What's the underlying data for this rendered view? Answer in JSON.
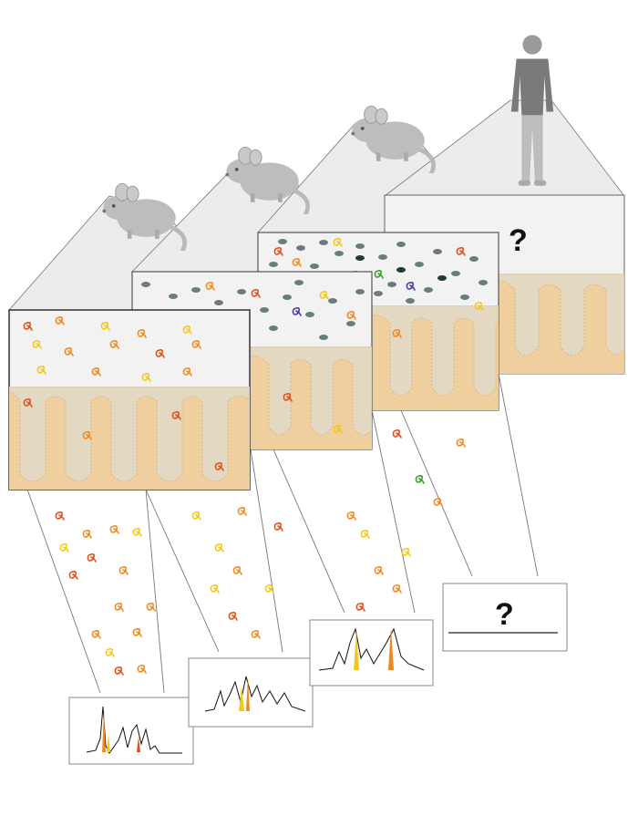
{
  "panels": [
    {
      "id": "panel-mouse-1",
      "mucus_label": "",
      "question_mark": ""
    },
    {
      "id": "panel-mouse-2",
      "question_mark": ""
    },
    {
      "id": "panel-mouse-3",
      "question_mark": ""
    },
    {
      "id": "panel-human",
      "question_mark": "?"
    }
  ],
  "spectra_box_human": {
    "question_mark": "?"
  },
  "colors": {
    "tissue": "#efcf9e",
    "lumen": "#f2f2f2",
    "mucus": "#e3d8c2",
    "cone": "#ececec",
    "silhouette": "#b9b9b9",
    "protein_orange": "#f08a20",
    "protein_yellow": "#f3c81a",
    "protein_red": "#e0501a",
    "microbe_gray": "#6a7c80",
    "spectrum_line": "#111111"
  },
  "icons": [
    "mouse-icon",
    "mouse-icon",
    "mouse-icon",
    "human-icon"
  ]
}
